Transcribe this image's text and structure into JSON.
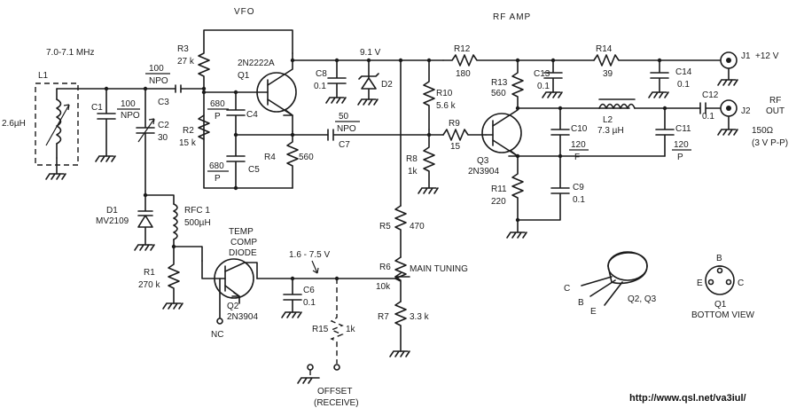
{
  "sections": {
    "vfo": "VFO",
    "rf_amp": "RF AMP"
  },
  "freq_range": "7.0-7.1 MHz",
  "url": "http://www.qsl.net/va3iul/",
  "supply_voltage": "9.1 V",
  "tuning_voltage": "1.6 - 7.5 V",
  "components": {
    "L1": {
      "ref": "L1",
      "value": "2.6µH"
    },
    "C1": {
      "ref": "C1",
      "value": "100",
      "type": "NPO"
    },
    "C2": {
      "ref": "C2",
      "value": "30"
    },
    "C3": {
      "ref": "C3",
      "value": "100",
      "type": "NPO"
    },
    "D1": {
      "ref": "D1",
      "value": "MV2109"
    },
    "RFC1": {
      "ref": "RFC 1",
      "value": "500µH"
    },
    "R1": {
      "ref": "R1",
      "value": "270 k"
    },
    "R2": {
      "ref": "R2",
      "value": "15 k"
    },
    "R3": {
      "ref": "R3",
      "value": "27 k"
    },
    "C4": {
      "ref": "C4",
      "value": "680",
      "type": "P"
    },
    "C5": {
      "ref": "C5",
      "value": "680",
      "type": "P"
    },
    "Q1": {
      "ref": "Q1",
      "value": "2N2222A"
    },
    "R4": {
      "ref": "R4",
      "value": "560"
    },
    "C7": {
      "ref": "C7",
      "value": "50",
      "type": "NPO"
    },
    "C8": {
      "ref": "C8",
      "value": "0.1"
    },
    "D2": {
      "ref": "D2"
    },
    "Q2": {
      "ref": "Q2",
      "value": "2N3904"
    },
    "temp_comp": "TEMP COMP DIODE",
    "nc": "NC",
    "C6": {
      "ref": "C6",
      "value": "0.1"
    },
    "R15": {
      "ref": "R15",
      "value": "1k"
    },
    "offset": "OFFSET (RECEIVE)",
    "R5": {
      "ref": "R5",
      "value": "470"
    },
    "R6": {
      "ref": "R6",
      "value": "10k",
      "note": "MAIN TUNING"
    },
    "R7": {
      "ref": "R7",
      "value": "3.3 k"
    },
    "R8": {
      "ref": "R8",
      "value": "1k"
    },
    "R9": {
      "ref": "R9",
      "value": "15"
    },
    "R10": {
      "ref": "R10",
      "value": "5.6 k"
    },
    "R11": {
      "ref": "R11",
      "value": "220"
    },
    "R12": {
      "ref": "R12",
      "value": "180"
    },
    "R13": {
      "ref": "R13",
      "value": "560"
    },
    "R14": {
      "ref": "R14",
      "value": "39"
    },
    "C9": {
      "ref": "C9",
      "value": "0.1"
    },
    "C10": {
      "ref": "C10",
      "value": "120",
      "type": "F"
    },
    "C11": {
      "ref": "C11",
      "value": "120",
      "type": "P"
    },
    "C12": {
      "ref": "C12",
      "value": "0.1"
    },
    "C13": {
      "ref": "C13",
      "value": "0.1"
    },
    "C14": {
      "ref": "C14",
      "value": "0.1"
    },
    "L2": {
      "ref": "L2",
      "value": "7.3 µH"
    },
    "Q3": {
      "ref": "Q3",
      "value": "2N3904"
    },
    "J1": {
      "ref": "J1",
      "value": "+12 V"
    },
    "J2": {
      "ref": "J2",
      "value": "RF OUT",
      "impedance": "150Ω",
      "level": "(3 V P-P)"
    }
  },
  "pinout": {
    "q23": {
      "label": "Q2, Q3",
      "pins": [
        "C",
        "B",
        "E"
      ]
    },
    "q1": {
      "label": "Q1",
      "view": "BOTTOM VIEW",
      "pins": [
        "B",
        "E",
        "C"
      ]
    }
  }
}
